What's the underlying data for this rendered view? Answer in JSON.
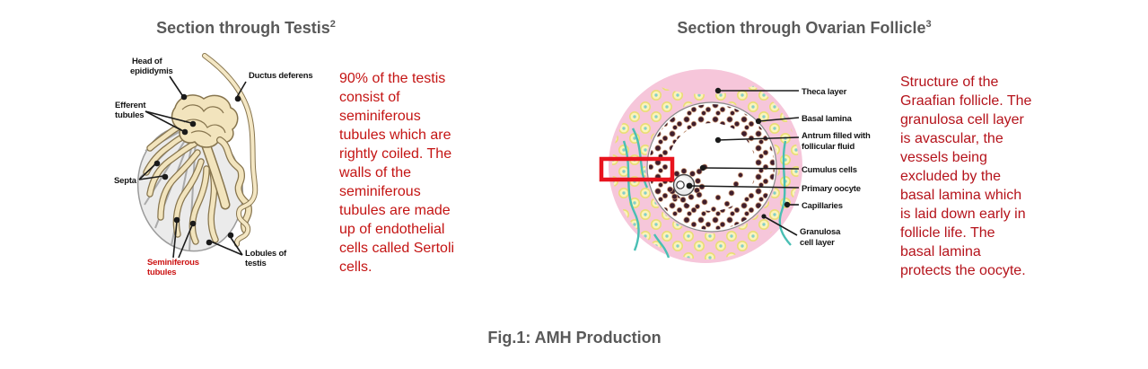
{
  "caption": "Fig.1: AMH Production",
  "colors": {
    "title_gray": "#595959",
    "annotation_red_left": "#c41413",
    "annotation_red_right": "#b5131b",
    "diagram_label_red": "#cc1414",
    "highlight_box_red": "#e8141e",
    "theca_pink": "#f6c6da",
    "tubule_tan": "#f2e4bd",
    "granulosa_brown": "#3f1e2c",
    "capillary_teal": "#49bfb4"
  },
  "left_panel": {
    "title": "Section through Testis",
    "title_superscript": "2",
    "labels": {
      "head_of_epididymis": [
        "Head of",
        "epididymis"
      ],
      "ductus_deferens": "Ductus deferens",
      "efferent_tubules": [
        "Efferent",
        "tubules"
      ],
      "septa": "Septa",
      "seminiferous_tubules": [
        "Seminiferous",
        "tubules"
      ],
      "lobules_of_testis": [
        "Lobules of",
        "testis"
      ]
    },
    "annotation": [
      "90% of the testis",
      "consist of",
      "seminiferous",
      "tubules which are",
      "rightly coiled. The",
      "walls of the",
      "seminiferous",
      "tubules are made",
      "up of endothelial",
      "cells called Sertoli",
      "cells."
    ]
  },
  "right_panel": {
    "title": "Section through Ovarian Follicle",
    "title_superscript": "3",
    "labels": {
      "theca_layer": "Theca layer",
      "basal_lamina": "Basal lamina",
      "antrum": [
        "Antrum filled with",
        "follicular fluid"
      ],
      "cumulus_cells": "Cumulus cells",
      "primary_oocyte": "Primary oocyte",
      "capillaries": "Capillaries",
      "granulosa_cell_layer": [
        "Granulosa",
        "cell layer"
      ]
    },
    "annotation": [
      "Structure of the",
      "Graafian follicle. The",
      "granulosa cell layer",
      "is avascular, the",
      "vessels being",
      "excluded by the",
      "basal lamina which",
      "is laid down early in",
      "follicle life. The",
      "basal lamina",
      "protects the oocyte."
    ]
  }
}
